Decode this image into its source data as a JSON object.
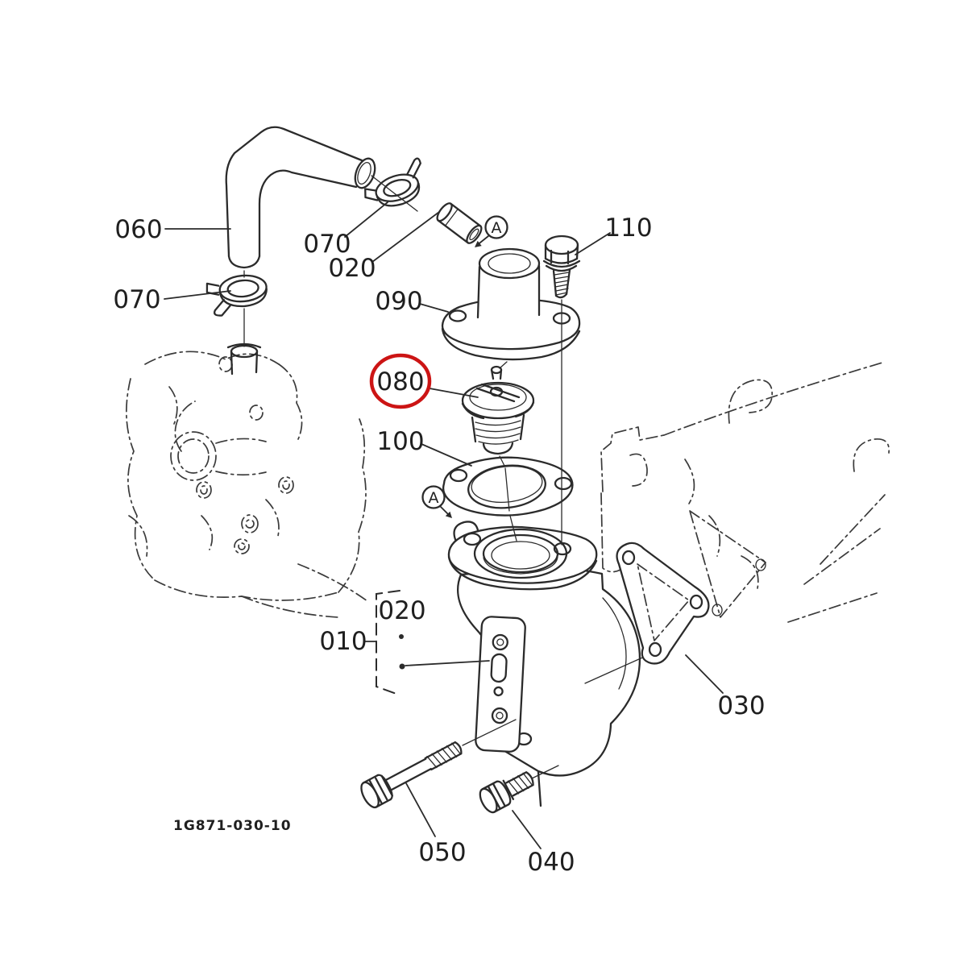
{
  "drawing": {
    "number": "1G871-030-10",
    "line_color": "#2b2b2b",
    "highlight_color": "#cc1414",
    "highlighted_part": "080"
  },
  "callouts": {
    "hose": "060",
    "clamp_upper": "070",
    "clamp_lower": "070",
    "pipe_joint": "020",
    "cover": "090",
    "thermostat": "080",
    "gasket_cover": "100",
    "bolt_cover": "110",
    "flange_assembly": "010",
    "flange_sub": "020",
    "gasket_engine": "030",
    "bolt_long": "050",
    "bolt_short": "040"
  },
  "markers": {
    "view_a_upper": "A",
    "view_a_lower": "A"
  }
}
